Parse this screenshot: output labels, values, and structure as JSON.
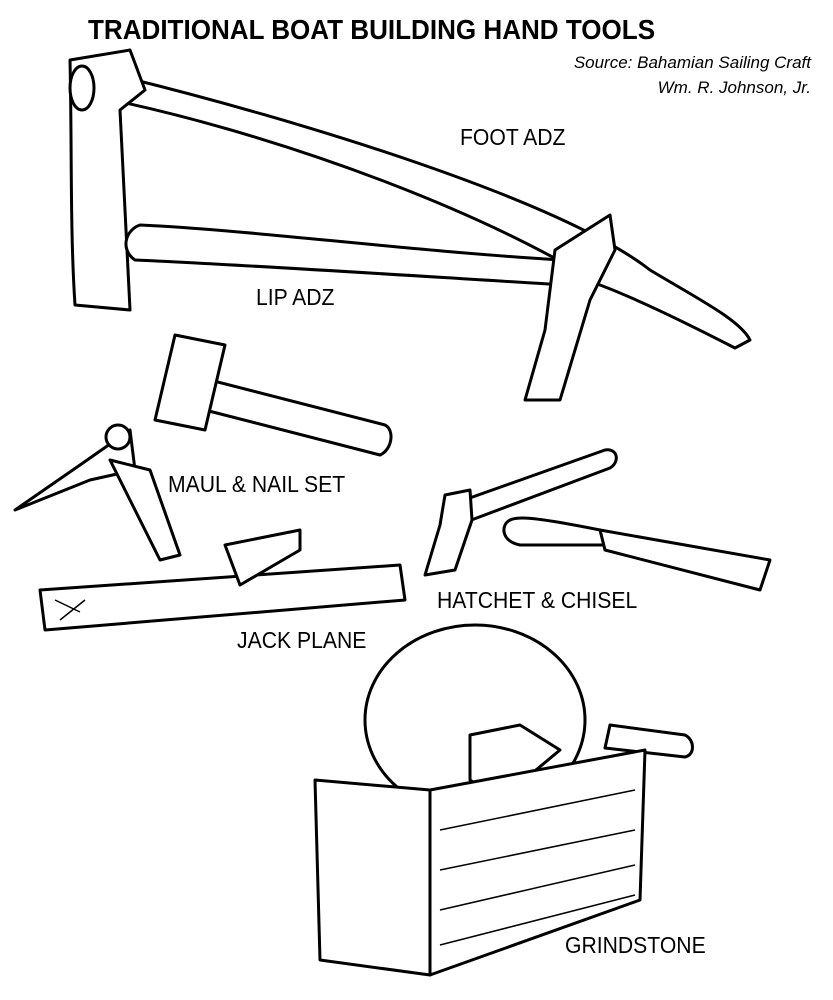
{
  "title": "TRADITIONAL BOAT BUILDING HAND TOOLS",
  "source": {
    "line1": "Source:   Bahamian Sailing Craft",
    "line2": "Wm. R. Johnson, Jr."
  },
  "labels": {
    "foot_adz": "FOOT ADZ",
    "lip_adz": "LIP ADZ",
    "maul_nail_set": "MAUL & NAIL SET",
    "hatchet_chisel": "HATCHET & CHISEL",
    "jack_plane": "JACK PLANE",
    "grindstone": "GRINDSTONE"
  }
}
